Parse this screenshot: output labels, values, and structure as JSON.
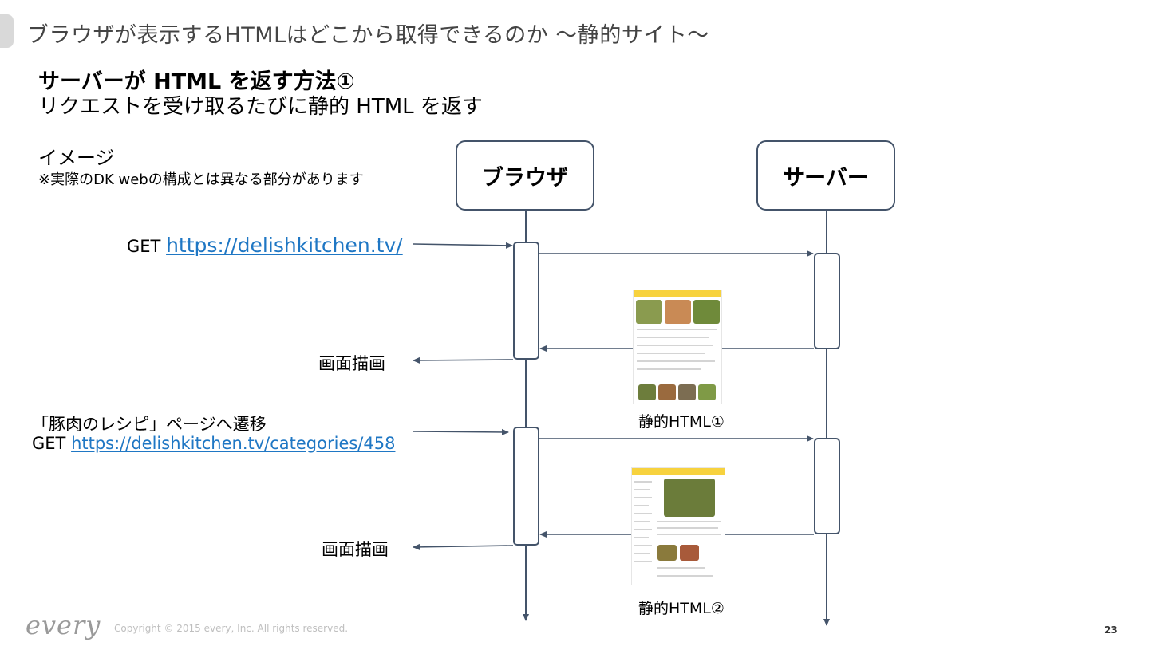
{
  "slide": {
    "title": "ブラウザが表示するHTMLはどこから取得できるのか ～静的サイト～",
    "heading": "サーバーが HTML を返す方法①",
    "subheading": "リクエストを受け取るたびに静的 HTML を返す",
    "image_label": "イメージ",
    "note": "※実際のDK webの構成とは異なる部分があります"
  },
  "diagram": {
    "actors": [
      "ブラウザ",
      "サーバー"
    ],
    "request1": {
      "method": "GET",
      "url": "https://delishkitchen.tv/"
    },
    "render1": "画面描画",
    "html1_label": "静的HTML①",
    "navigation": "「豚肉のレシピ」ページへ遷移",
    "request2": {
      "method": "GET",
      "url": "https://delishkitchen.tv/categories/458"
    },
    "render2": "画面描画",
    "html2_label": "静的HTML②"
  },
  "footer": {
    "logo": "every",
    "copyright": "Copyright © 2015 every, Inc. All rights reserved.",
    "page_number": "23"
  },
  "colors": {
    "lifeline": "#44546a",
    "link": "#1f77c4",
    "brand_yellow": "#f7d23e"
  }
}
